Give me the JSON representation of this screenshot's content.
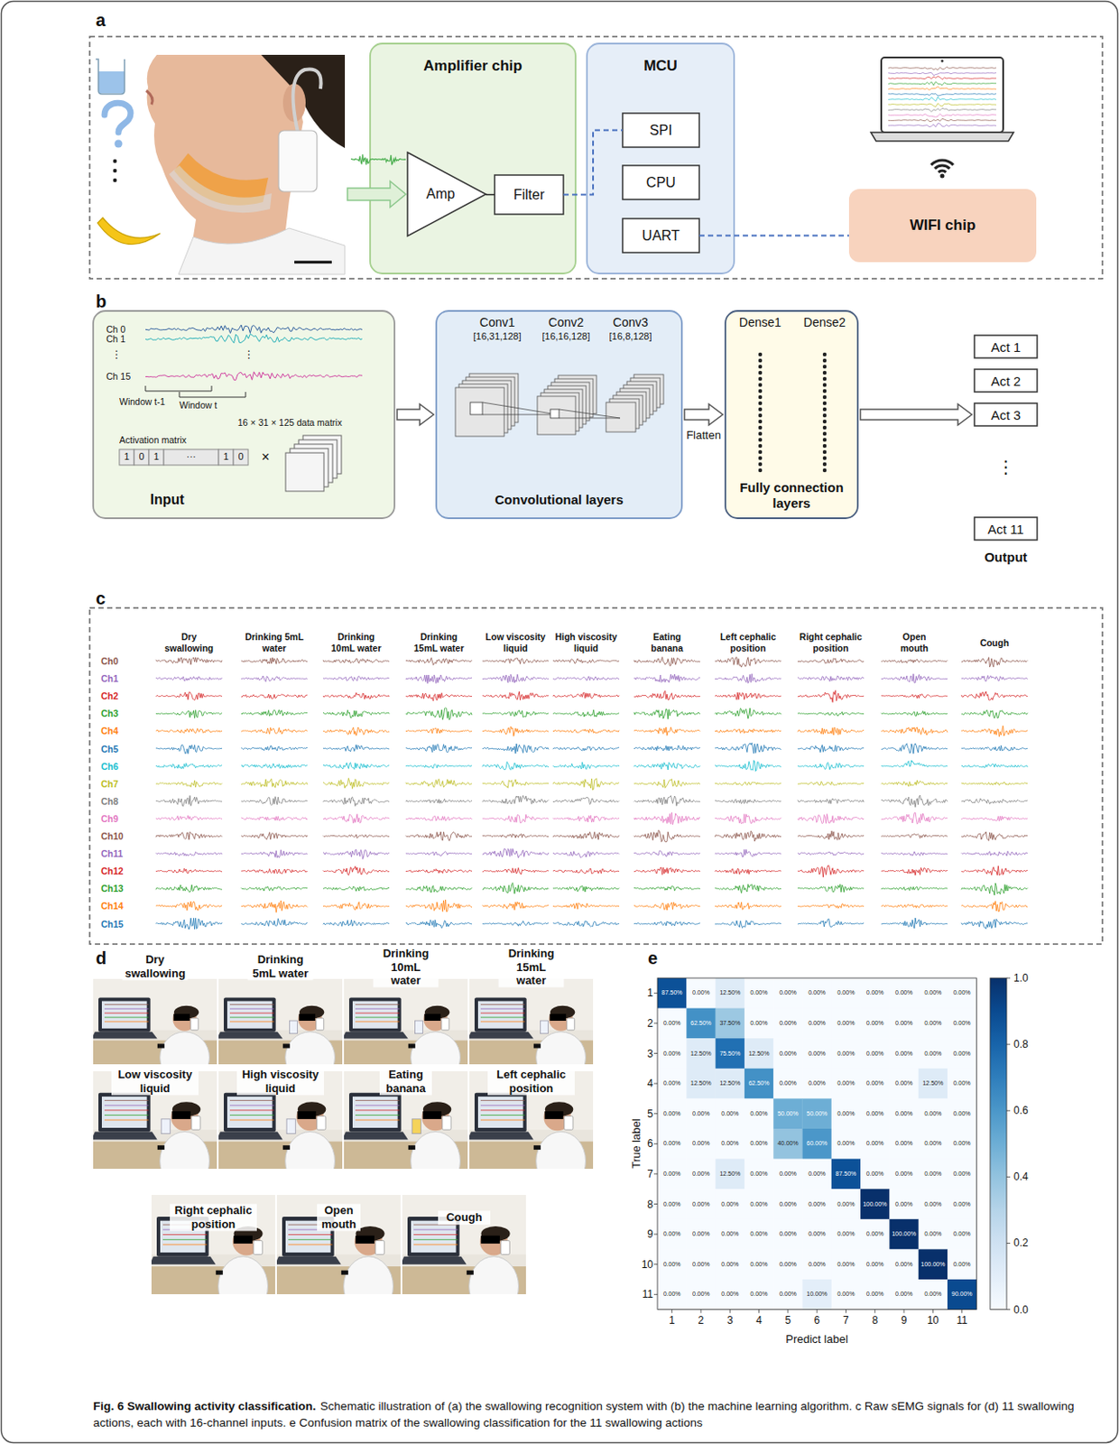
{
  "diagram": {
    "title": "Fig. 6 Swallowing activity classification.",
    "caption": "Schematic illustration of (a) the swallowing recognition system with (b) the machine learning algorithm. c Raw sEMG signals for (d) 11 swallowing actions, each with 16-channel inputs. e Confusion matrix of the swallowing classification for the 11 swallowing actions",
    "nodes": [
      {
        "text": [
          "Amplifier chip"
        ]
      },
      {
        "text": [
          "Amp"
        ],
        "in": 0
      },
      {
        "text": [
          "Filter"
        ],
        "in": 0
      },
      {
        "text": [
          "MCU"
        ]
      },
      {
        "text": [
          "SPI"
        ],
        "in": 3
      },
      {
        "text": [
          "CPU"
        ],
        "in": 3
      },
      {
        "text": [
          "UART"
        ],
        "in": 3
      },
      {
        "text": [
          "WIFI chip"
        ]
      },
      {
        "text": [
          "Ch 0",
          "Ch 1",
          "⋮",
          "⋮",
          "Ch 15",
          "Window t-1",
          "Window t",
          "16 × 31 × 125 data matrix",
          "Activation matrix",
          "1",
          "0",
          "1",
          "···",
          "1",
          "0",
          "×",
          "Input"
        ]
      },
      {
        "text": [
          "Conv1",
          "[16,31,128]",
          "Conv2",
          "[16,16,128]",
          "Conv3",
          "[16,8,128]",
          "Convolutional layers"
        ]
      },
      {
        "text": [
          "Dense1",
          "Dense2",
          "Fully connection layers"
        ]
      },
      {
        "text": [
          "Act 1"
        ]
      },
      {
        "text": [
          "Act 2"
        ]
      },
      {
        "text": [
          "Act 3"
        ]
      },
      {
        "text": [
          "Act 11"
        ]
      }
    ],
    "edges": [
      {
        "from": 1,
        "to": 2,
        "arrow": "none"
      },
      {
        "from": 2,
        "to": 4,
        "arrow": "none"
      },
      {
        "from": 6,
        "to": 7,
        "arrow": "none"
      },
      {
        "from": 8,
        "to": 9,
        "arrow": "to"
      },
      {
        "from": 9,
        "to": 10,
        "arrow": "to",
        "label": "Flatten"
      },
      {
        "from": 10,
        "to": 13,
        "arrow": "to"
      }
    ],
    "labels": [
      "a",
      "b",
      "c",
      "d",
      "e",
      "⋮",
      "Output",
      "Dry swallowing",
      "Drinking 5mL water",
      "Drinking 10mL water",
      "Drinking 15mL water",
      "Low viscosity liquid",
      "High viscosity liquid",
      "Eating banana",
      "Left cephalic position",
      "Right cephalic position",
      "Open mouth",
      "Cough",
      "Ch0",
      "Ch1",
      "Ch2",
      "Ch3",
      "Ch4",
      "Ch5",
      "Ch6",
      "Ch7",
      "Ch8",
      "Ch9",
      "Ch10",
      "Ch11",
      "Ch12",
      "Ch13",
      "Ch14",
      "Ch15",
      "Dry swallowing",
      "Drinking 5mL water",
      "Drinking 10mL water",
      "Drinking 15mL water",
      "Low viscosity liquid",
      "High viscosity liquid",
      "Eating banana",
      "Left cephalic position",
      "Right cephalic position",
      "Open mouth",
      "Cough",
      "1",
      "2",
      "3",
      "4",
      "5",
      "6",
      "7",
      "8",
      "9",
      "10",
      "11",
      "1",
      "2",
      "3",
      "4",
      "5",
      "6",
      "7",
      "8",
      "9",
      "10",
      "11",
      "87.50%",
      "0.00%",
      "12.50%",
      "0.00%",
      "0.00%",
      "0.00%",
      "0.00%",
      "0.00%",
      "0.00%",
      "0.00%",
      "0.00%",
      "0.00%",
      "62.50%",
      "37.50%",
      "0.00%",
      "0.00%",
      "0.00%",
      "0.00%",
      "0.00%",
      "0.00%",
      "0.00%",
      "0.00%",
      "0.00%",
      "12.50%",
      "75.50%",
      "12.50%",
      "0.00%",
      "0.00%",
      "0.00%",
      "0.00%",
      "0.00%",
      "0.00%",
      "0.00%",
      "0.00%",
      "12.50%",
      "12.50%",
      "62.50%",
      "0.00%",
      "0.00%",
      "0.00%",
      "0.00%",
      "0.00%",
      "12.50%",
      "0.00%",
      "0.00%",
      "0.00%",
      "0.00%",
      "0.00%",
      "50.00%",
      "50.00%",
      "0.00%",
      "0.00%",
      "0.00%",
      "0.00%",
      "0.00%",
      "0.00%",
      "0.00%",
      "0.00%",
      "0.00%",
      "40.00%",
      "60.00%",
      "0.00%",
      "0.00%",
      "0.00%",
      "0.00%",
      "0.00%",
      "0.00%",
      "0.00%",
      "12.50%",
      "0.00%",
      "0.00%",
      "0.00%",
      "87.50%",
      "0.00%",
      "0.00%",
      "0.00%",
      "0.00%",
      "0.00%",
      "0.00%",
      "0.00%",
      "0.00%",
      "0.00%",
      "0.00%",
      "0.00%",
      "100.00%",
      "0.00%",
      "0.00%",
      "0.00%",
      "0.00%",
      "0.00%",
      "0.00%",
      "0.00%",
      "0.00%",
      "0.00%",
      "0.00%",
      "0.00%",
      "100.00%",
      "0.00%",
      "0.00%",
      "0.00%",
      "0.00%",
      "0.00%",
      "0.00%",
      "0.00%",
      "0.00%",
      "0.00%",
      "0.00%",
      "0.00%",
      "100.00%",
      "0.00%",
      "0.00%",
      "0.00%",
      "0.00%",
      "0.00%",
      "0.00%",
      "10.00%",
      "0.00%",
      "0.00%",
      "0.00%",
      "0.00%",
      "90.00%",
      "True label",
      "Predict label",
      "1.0",
      "0.8",
      "0.6",
      "0.4",
      "0.2",
      "0.0"
    ]
  }
}
